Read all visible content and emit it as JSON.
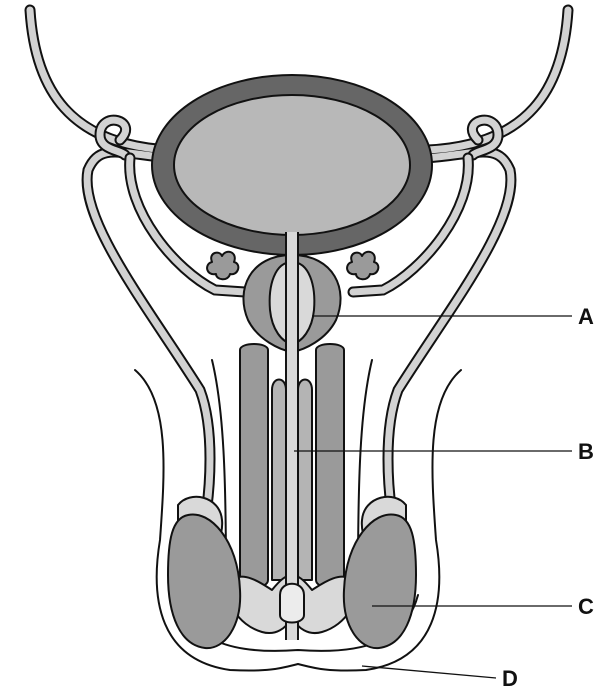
{
  "labels": {
    "a": "A",
    "b": "B",
    "c": "C",
    "d": "D"
  },
  "colors": {
    "bladder_wall": "#666666",
    "bladder_inner": "#b8b8b8",
    "tissue_dark": "#9a9a9a",
    "tissue_mid": "#b4b4b4",
    "tissue_light": "#d9d9d9",
    "tube": "#d2d2d2",
    "line": "#111111",
    "background": "#ffffff"
  }
}
